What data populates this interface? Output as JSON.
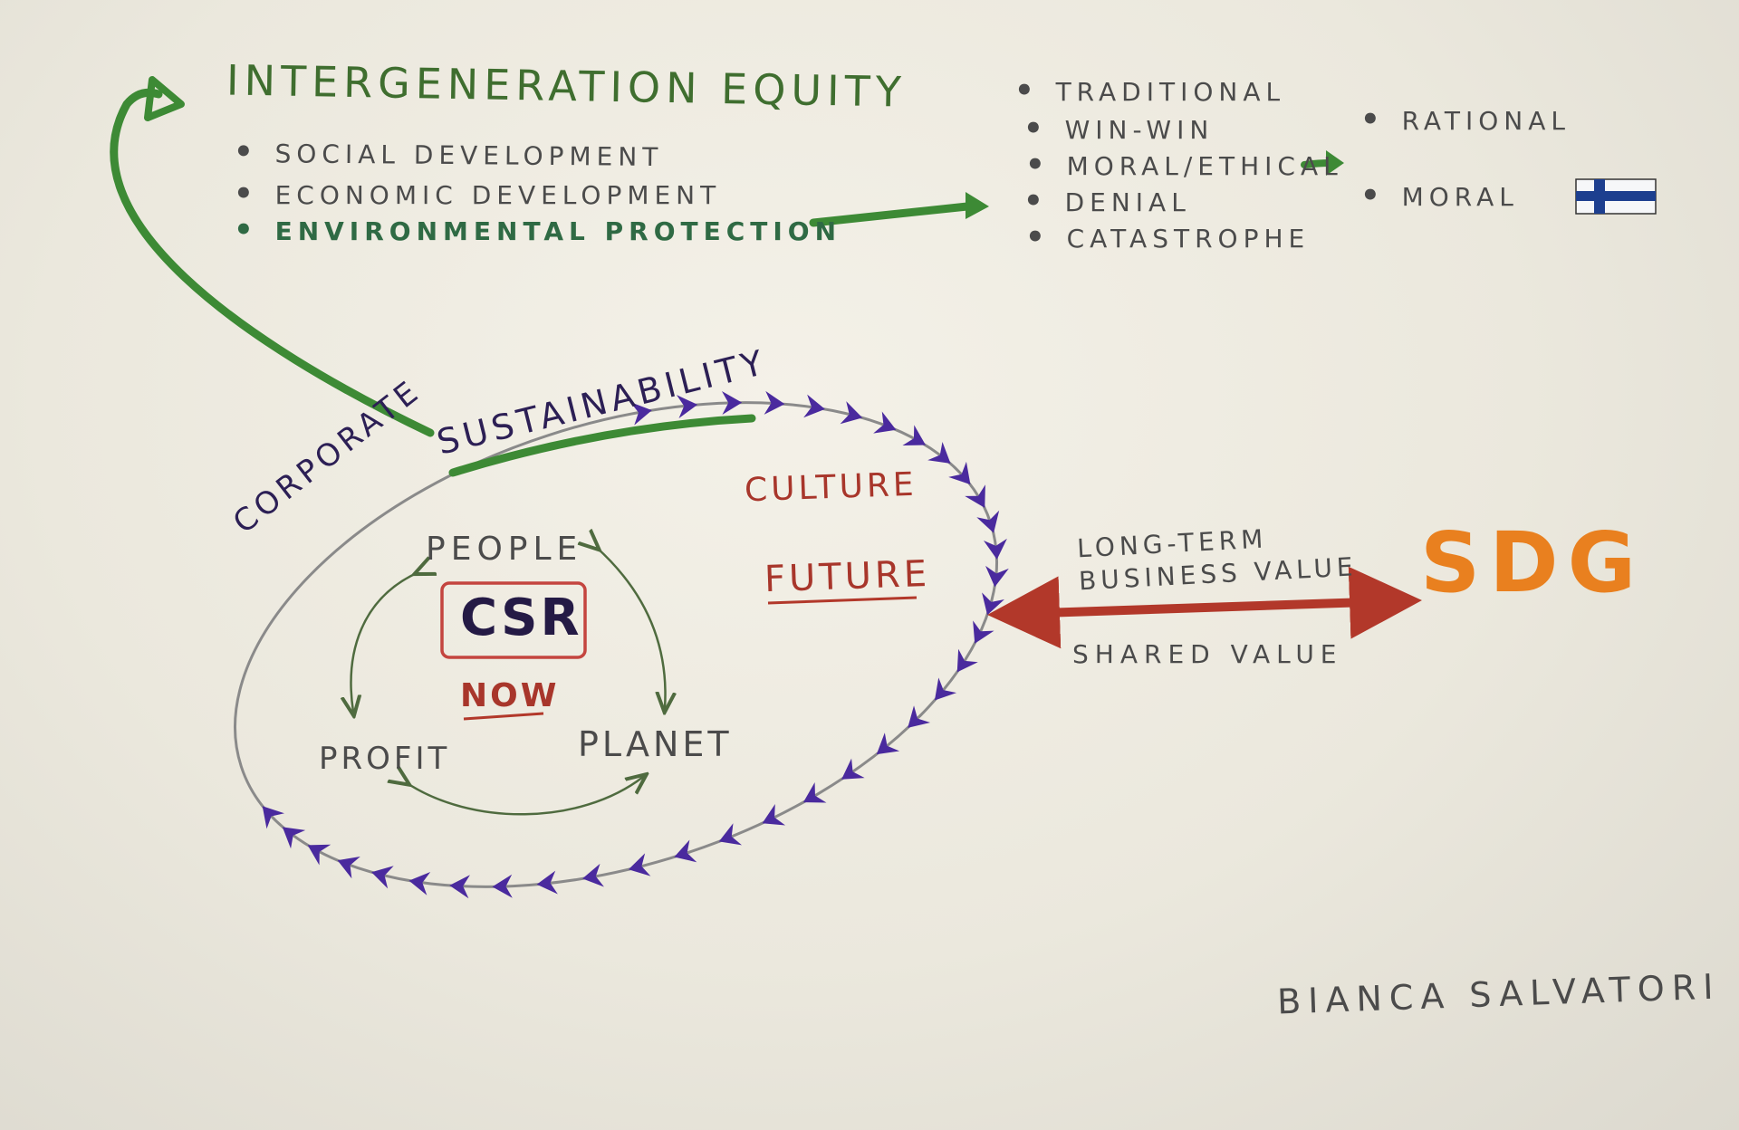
{
  "top_left": {
    "title": "INTERGENERATION EQUITY",
    "items": [
      "SOCIAL DEVELOPMENT",
      "ECONOMIC DEVELOPMENT",
      "ENVIRONMENTAL PROTECTION"
    ]
  },
  "middle_list": {
    "items": [
      "TRADITIONAL",
      "WIN-WIN",
      "MORAL/ETHICAL",
      "DENIAL",
      "CATASTROPHE"
    ]
  },
  "right_list": {
    "items": [
      "RATIONAL",
      "MORAL"
    ]
  },
  "ellipse": {
    "corporate": "CORPORATE",
    "sustainability": "SUSTAINABILITY",
    "culture": "CULTURE",
    "future": "FUTURE"
  },
  "csr": {
    "label": "CSR",
    "now": "NOW",
    "people": "PEOPLE",
    "profit": "PROFIT",
    "planet": "PLANET"
  },
  "link": {
    "above": "LONG-TERM BUSINESS VALUE",
    "below": "SHARED VALUE",
    "target": "SDG"
  },
  "signature": "BIANCA SALVATORI",
  "colors": {
    "green": "#3d8a35",
    "purple": "#4a2a9e",
    "red": "#b2382a",
    "orange": "#e9801f",
    "finland_blue": "#1d3f8f"
  }
}
